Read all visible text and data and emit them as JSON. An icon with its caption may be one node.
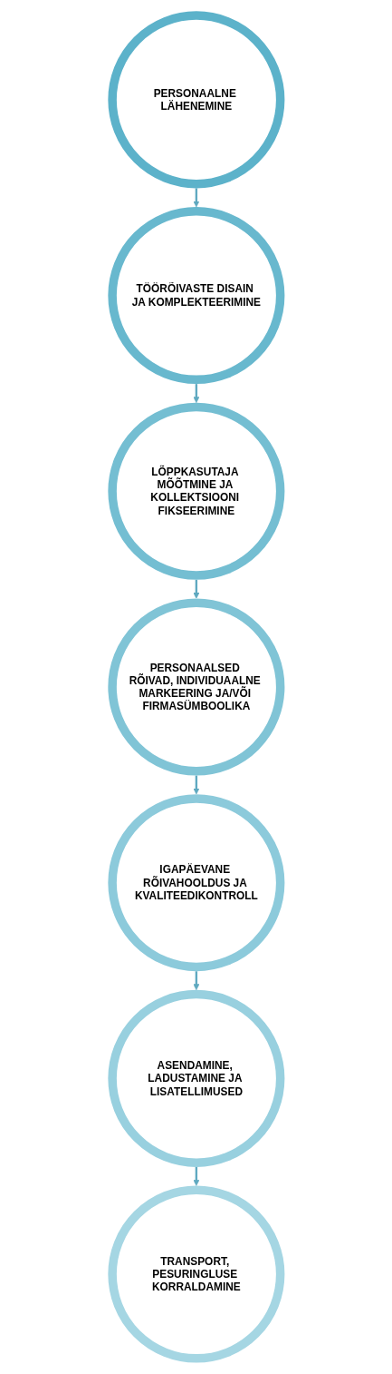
{
  "diagram": {
    "nodes": [
      {
        "text": [
          "PERSONAALNE LÄHENEMINE"
        ]
      },
      {
        "text": [
          "TÖÖRÕIVASTE DISAIN JA KOMPLEKTEERIMINE"
        ]
      },
      {
        "text": [
          "LÕPPKASUTAJA MÕÕTMINE JA KOLLEKTSIOONI FIKSEERIMINE"
        ]
      },
      {
        "text": [
          "PERSONAALSED RÕIVAD, INDIVIDUAALNE MARKEERING JA/VÕI FIRMASÜMBOOLIKA"
        ]
      },
      {
        "text": [
          "IGAPÄEVANE RÕIVAHOOLDUS JA KVALITEEDIKONTROLL"
        ]
      },
      {
        "text": [
          "ASENDAMINE, LADUSTAMINE JA LISATELLIMUSED"
        ]
      },
      {
        "text": [
          "TRANSPORT, PESURINGLUSE KORRALDAMINE"
        ]
      }
    ],
    "edges": [
      {
        "from": 0,
        "to": 1,
        "arrow": "to"
      },
      {
        "from": 1,
        "to": 2,
        "arrow": "to"
      },
      {
        "from": 2,
        "to": 3,
        "arrow": "to"
      },
      {
        "from": 3,
        "to": 4,
        "arrow": "to"
      },
      {
        "from": 4,
        "to": 5,
        "arrow": "to"
      },
      {
        "from": 5,
        "to": 6,
        "arrow": "to"
      }
    ]
  }
}
